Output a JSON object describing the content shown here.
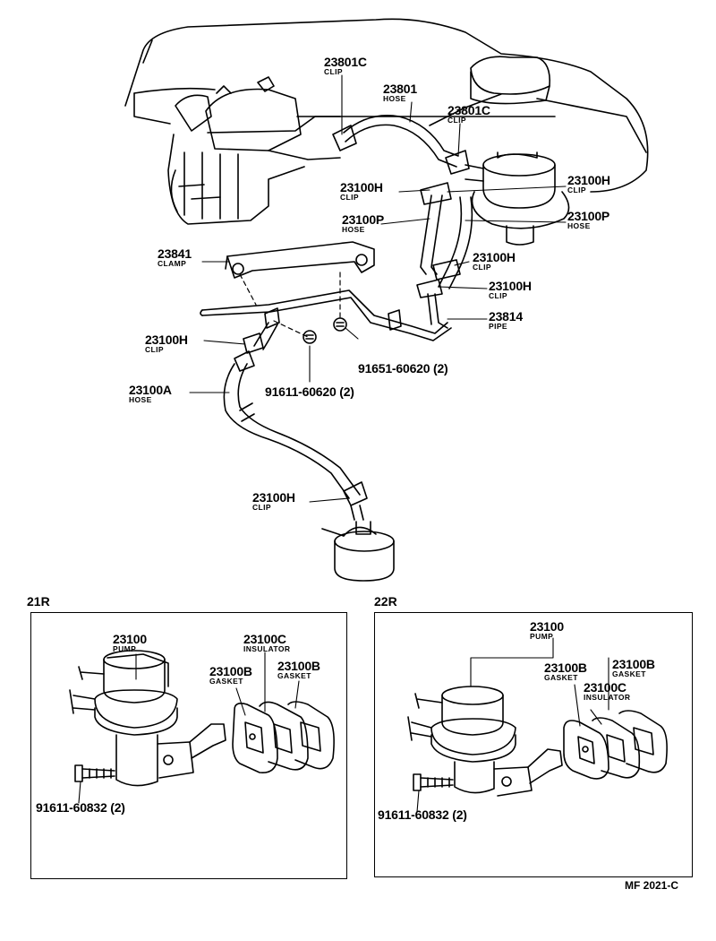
{
  "callouts": {
    "clip_23801c_left": {
      "part": "23801C",
      "desc": "CLIP"
    },
    "hose_23801": {
      "part": "23801",
      "desc": "HOSE"
    },
    "clip_23801c_right": {
      "part": "23801C",
      "desc": "CLIP"
    },
    "clip_23100h_a": {
      "part": "23100H",
      "desc": "CLIP"
    },
    "clip_23100h_b": {
      "part": "23100H",
      "desc": "CLIP"
    },
    "hose_23100p_left": {
      "part": "23100P",
      "desc": "HOSE"
    },
    "hose_23100p_right": {
      "part": "23100P",
      "desc": "HOSE"
    },
    "clamp_23841": {
      "part": "23841",
      "desc": "CLAMP"
    },
    "clip_23100h_c": {
      "part": "23100H",
      "desc": "CLIP"
    },
    "clip_23100h_d": {
      "part": "23100H",
      "desc": "CLIP"
    },
    "pipe_23814": {
      "part": "23814",
      "desc": "PIPE"
    },
    "clip_23100h_e": {
      "part": "23100H",
      "desc": "CLIP"
    },
    "bolt_91651": {
      "part": "91651-60620 (2)"
    },
    "hose_23100a": {
      "part": "23100A",
      "desc": "HOSE"
    },
    "bolt_91611_60620": {
      "part": "91611-60620 (2)"
    },
    "clip_23100h_f": {
      "part": "23100H",
      "desc": "CLIP"
    }
  },
  "section_21r": {
    "title": "21R",
    "pump": {
      "part": "23100",
      "desc": "PUMP"
    },
    "insulator": {
      "part": "23100C",
      "desc": "INSULATOR"
    },
    "gasket_a": {
      "part": "23100B",
      "desc": "GASKET"
    },
    "gasket_b": {
      "part": "23100B",
      "desc": "GASKET"
    },
    "bolt": {
      "part": "91611-60832 (2)"
    }
  },
  "section_22r": {
    "title": "22R",
    "pump": {
      "part": "23100",
      "desc": "PUMP"
    },
    "gasket_a": {
      "part": "23100B",
      "desc": "GASKET"
    },
    "gasket_b": {
      "part": "23100B",
      "desc": "GASKET"
    },
    "insulator": {
      "part": "23100C",
      "desc": "INSULATOR"
    },
    "bolt": {
      "part": "91611-60832 (2)"
    }
  },
  "figure_code": "MF 2021-C"
}
